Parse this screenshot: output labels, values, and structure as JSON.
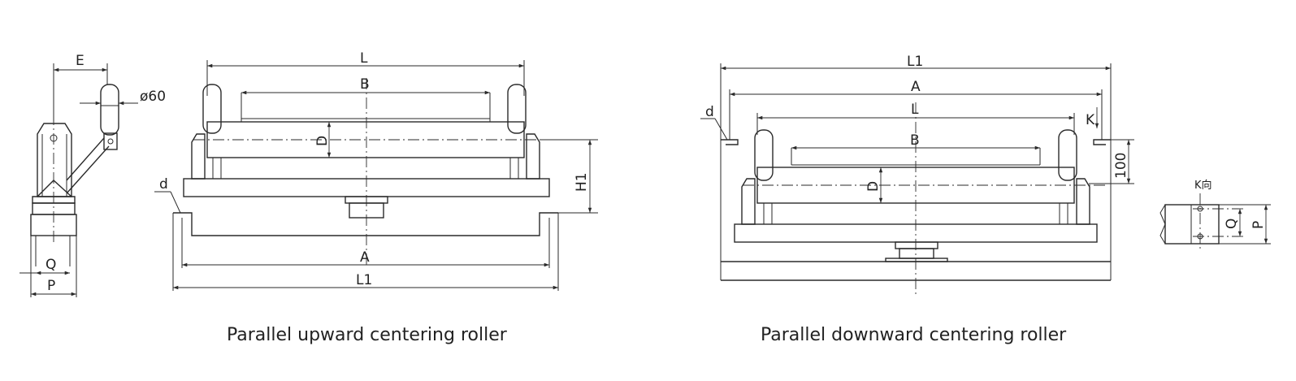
{
  "captions": {
    "upward": "Parallel upward centering roller",
    "downward": "Parallel downward centering roller"
  },
  "side_view": {
    "dim_e": "E",
    "dim_diameter": "ø60",
    "dim_q": "Q",
    "dim_p": "P"
  },
  "upward_view": {
    "dim_l": "L",
    "dim_b": "B",
    "dim_d": "D",
    "dim_h1": "H1",
    "dim_small_d": "d",
    "dim_a": "A",
    "dim_l1": "L1"
  },
  "downward_view": {
    "dim_l1": "L1",
    "dim_a": "A",
    "dim_l": "L",
    "dim_k": "K",
    "dim_small_d": "d",
    "dim_100": "100",
    "dim_b": "B",
    "dim_d": "D"
  },
  "detail_view": {
    "title": "K向",
    "dim_q": "Q",
    "dim_p": "P"
  }
}
